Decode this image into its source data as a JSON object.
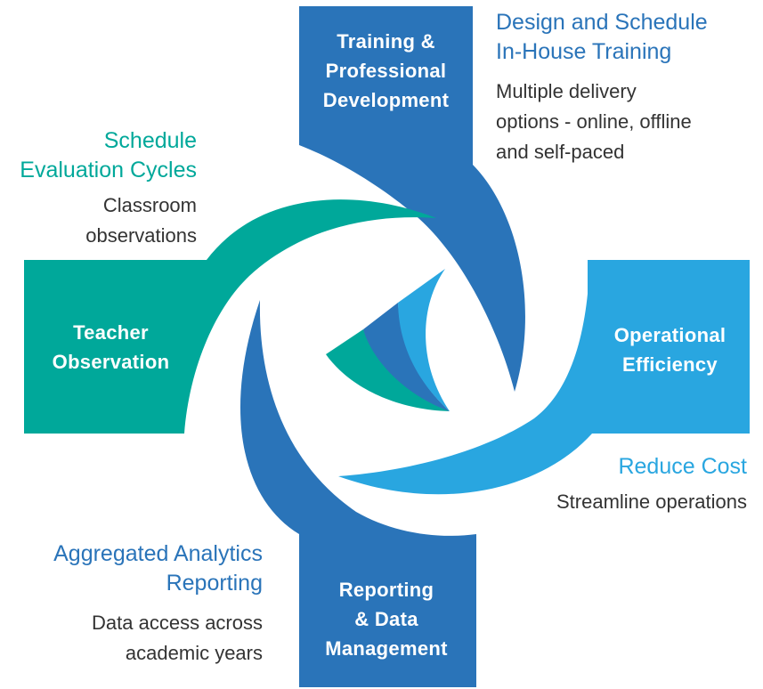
{
  "colors": {
    "teal": "#00a89a",
    "blue": "#2a74b9",
    "light_blue": "#29a6e0",
    "text_dark": "#333333"
  },
  "quadrants": {
    "training": {
      "label_lines": [
        "Training &",
        "Professional",
        "Development"
      ],
      "heading_lines": [
        "Design and Schedule",
        "In-House Training"
      ],
      "body_lines": [
        "Multiple delivery",
        "options - online, offline",
        "and self-paced"
      ]
    },
    "teacher": {
      "label_lines": [
        "Teacher",
        "Observation"
      ],
      "heading_lines": [
        "Schedule",
        "Evaluation Cycles"
      ],
      "body_lines": [
        "Classroom",
        "observations"
      ]
    },
    "operational": {
      "label_lines": [
        "Operational",
        "Efficiency"
      ],
      "heading_lines": [
        "Reduce Cost"
      ],
      "body_lines": [
        "Streamline operations"
      ]
    },
    "reporting": {
      "label_lines": [
        "Reporting",
        "& Data",
        "Management"
      ],
      "heading_lines": [
        "Aggregated Analytics",
        "Reporting"
      ],
      "body_lines": [
        "Data access across",
        "academic years"
      ]
    }
  }
}
